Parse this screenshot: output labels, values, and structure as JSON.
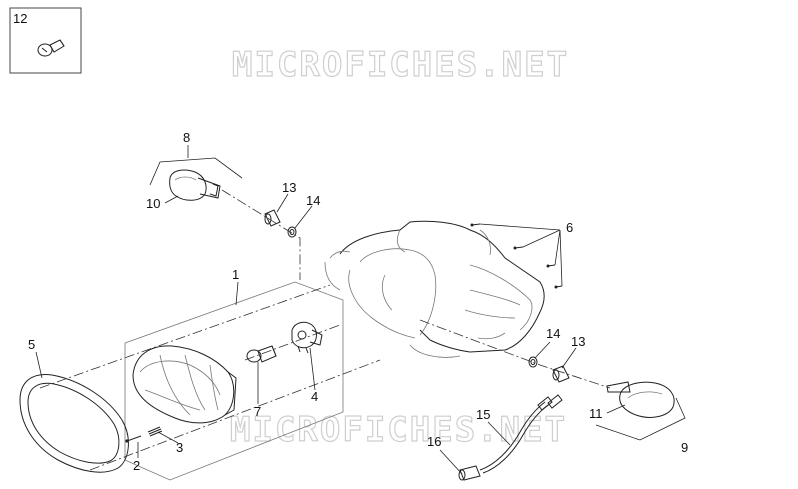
{
  "watermark": "MICROFICHES.NET",
  "callouts": {
    "c1": "1",
    "c2": "2",
    "c3": "3",
    "c4": "4",
    "c5": "5",
    "c6": "6",
    "c7": "7",
    "c8": "8",
    "c9": "9",
    "c10": "10",
    "c11": "11",
    "c12": "12",
    "c13a": "13",
    "c13b": "13",
    "c14a": "14",
    "c14b": "14",
    "c15": "15",
    "c16": "16"
  }
}
